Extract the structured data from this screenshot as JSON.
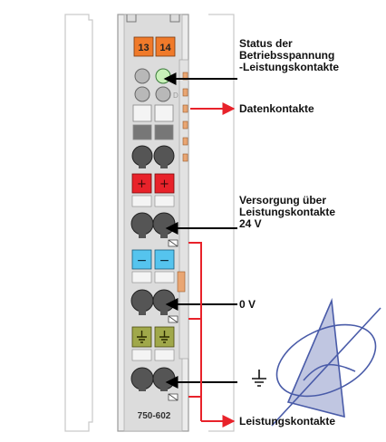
{
  "module": {
    "model": "750-602",
    "led_labels": [
      "13",
      "14"
    ],
    "plus_sign": "+",
    "minus_sign": "−"
  },
  "labels": {
    "status": [
      "Status der",
      "Betriebsspannung",
      "-Leistungskontakte"
    ],
    "datenkontakte": "Datenkontakte",
    "versorgung": [
      "Versorgung über",
      "Leistungskontakte",
      "24 V"
    ],
    "zero_v": "0 V",
    "leistungskontakte": "Leistungskontakte"
  },
  "colors": {
    "led_label_orange": "#f07a2a",
    "led_green": "#c8f0b8",
    "plus_red": "#e8222a",
    "minus_blue": "#55c4ee",
    "ground_olive": "#a0a84a",
    "arrow_red": "#e8222a",
    "arrow_black": "#000000",
    "contact_orange": "#e9a673",
    "watermark_blue": "#2a3f9a"
  },
  "icons": [
    "ground-symbol-icon",
    "watermark-logo-icon"
  ]
}
